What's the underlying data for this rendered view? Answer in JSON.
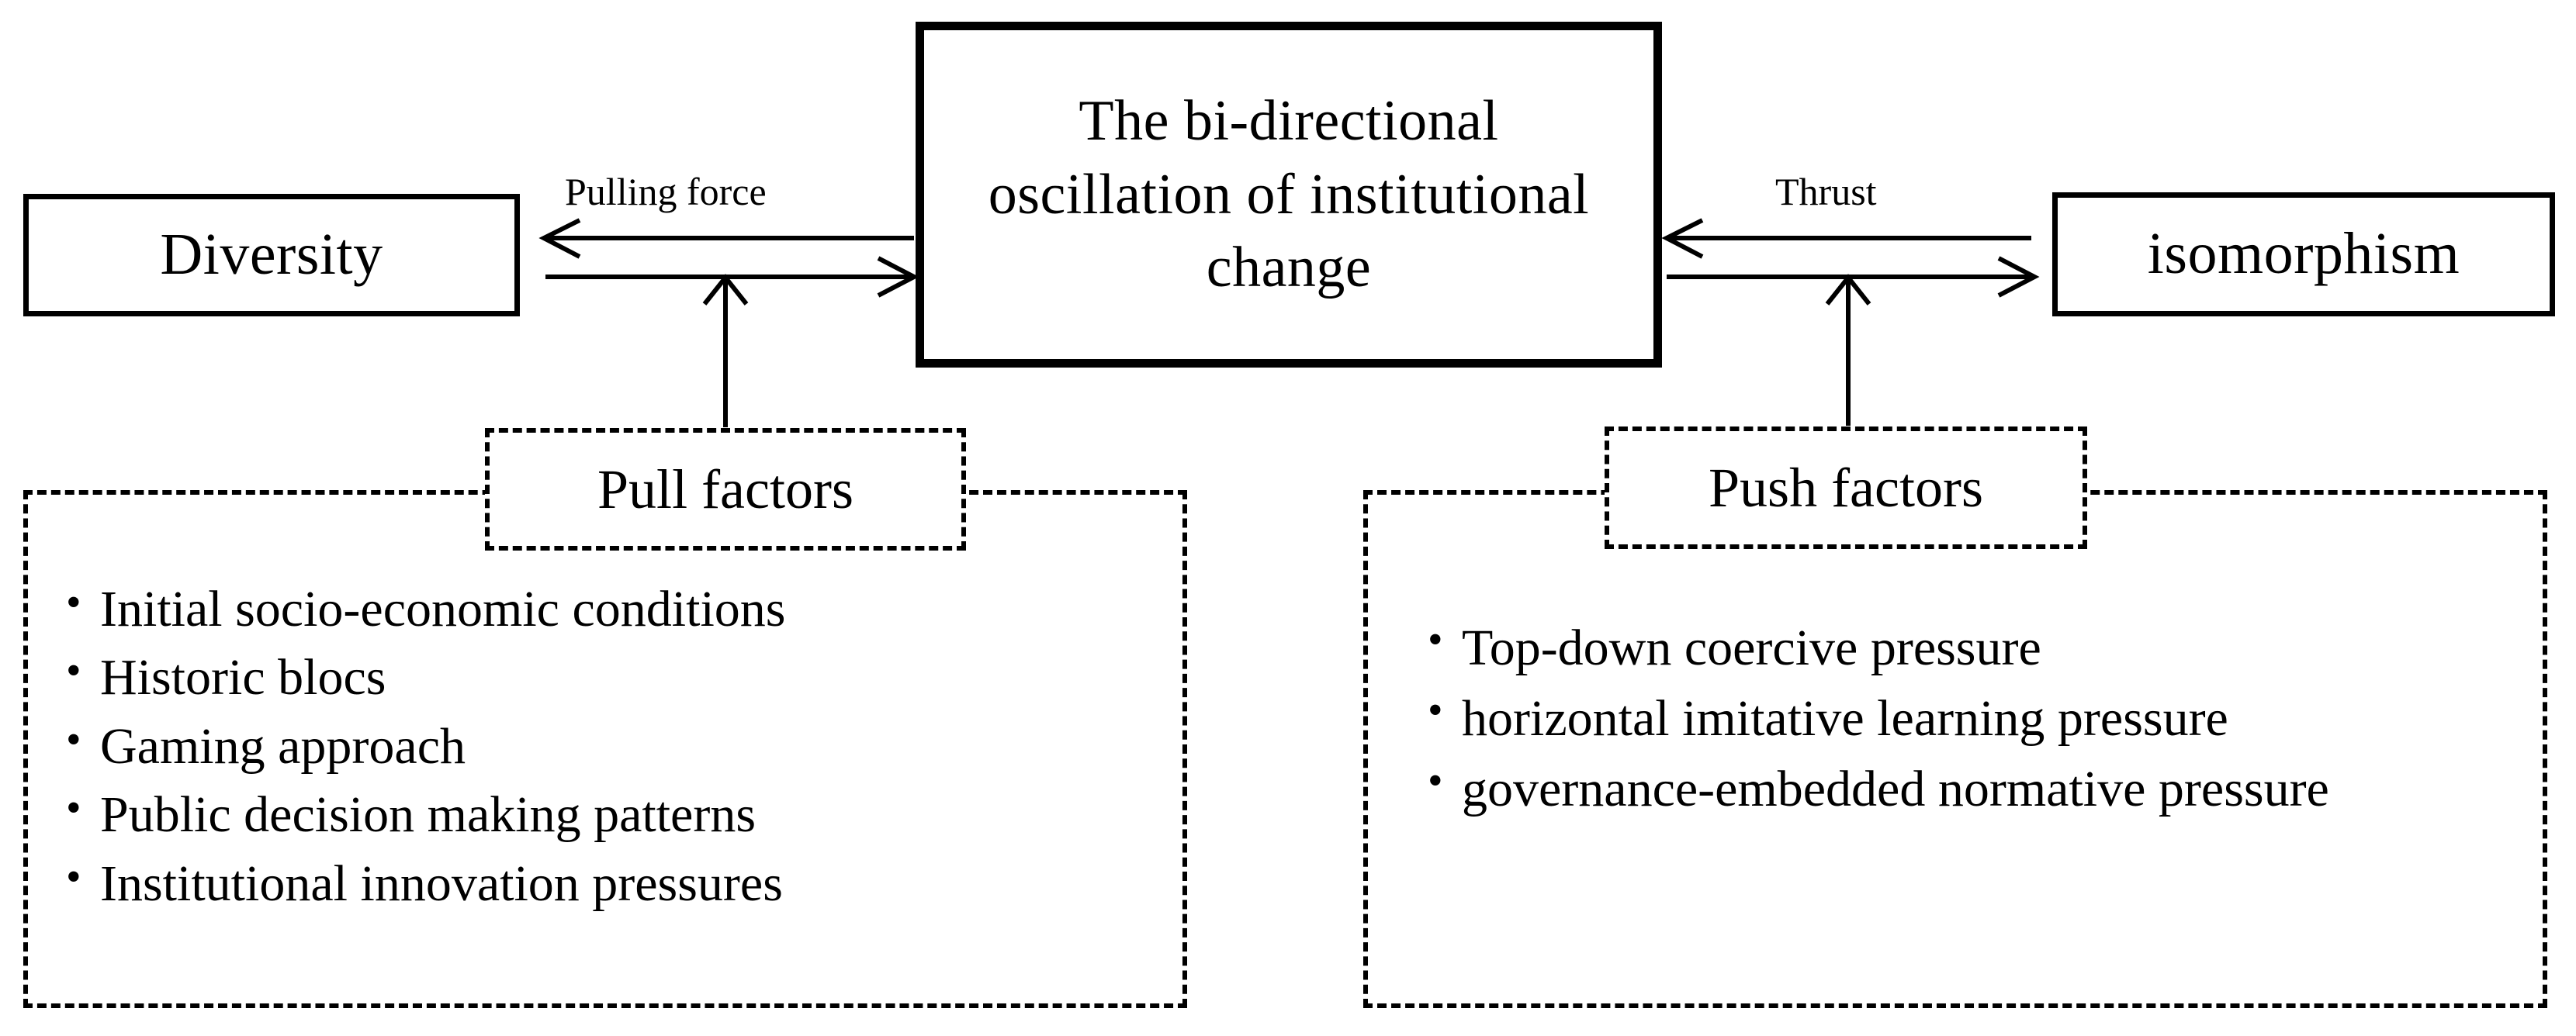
{
  "diagram": {
    "title": "The bi-directional oscillation of institutional change",
    "center_node": {
      "label": "The bi-directional oscillation of institutional change"
    },
    "left_node": {
      "label": "Diversity"
    },
    "right_node": {
      "label": "isomorphism"
    },
    "connectors": [
      {
        "name": "left-connector",
        "caption": "Pulling force",
        "style": "double-headed",
        "from": "Diversity",
        "to": "The bi-directional oscillation of institutional change"
      },
      {
        "name": "right-connector",
        "caption": "Thrust",
        "style": "double-headed",
        "from": "The bi-directional oscillation of institutional change",
        "to": "isomorphism"
      }
    ],
    "pull_group": {
      "label": "Pull factors",
      "items": [
        "Initial socio-economic conditions",
        "Historic blocs",
        "Gaming approach",
        "Public decision making patterns",
        "Institutional innovation pressures"
      ]
    },
    "push_group": {
      "label": "Push factors",
      "items": [
        "Top-down coercive pressure",
        "horizontal imitative learning pressure",
        "governance-embedded normative pressure"
      ]
    },
    "colors": {
      "stroke": "#000000",
      "background": "#ffffff",
      "text": "#000000"
    }
  }
}
